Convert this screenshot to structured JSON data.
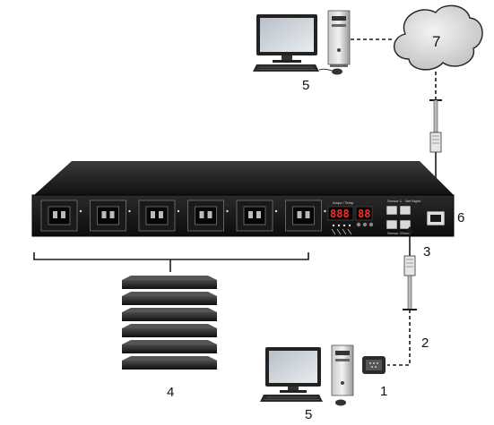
{
  "callouts": {
    "serial_adapter": "1",
    "serial_cable": "2",
    "console_port": "3",
    "servers": "4",
    "computer_top": "5",
    "computer_bottom": "5",
    "network_port": "6",
    "network_cloud": "7"
  },
  "pdu_front_panel": {
    "display_title": "Amps / Temp",
    "led_main": "888",
    "led_small": "88",
    "port_labels": [
      "Sensor 1",
      "Net Mgmt",
      "Sensor 2",
      "Serial"
    ],
    "outlet_count": 6
  },
  "server_stack": {
    "server_count": 6
  },
  "colors": {
    "line": "#1a1a1a",
    "device_body": "#1e1e1e",
    "led": "#ff2a2a",
    "cloud_fill": "#d8d8d8"
  }
}
